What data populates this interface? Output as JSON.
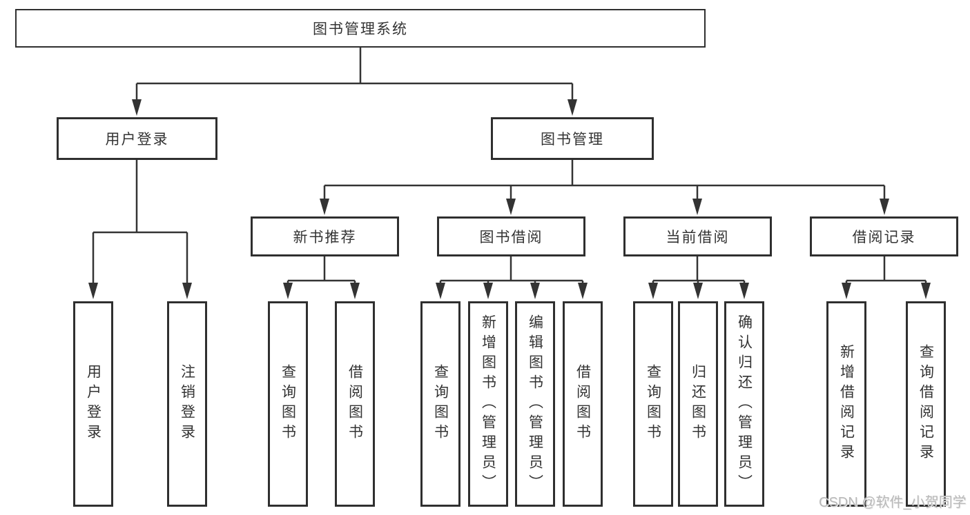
{
  "watermark": "CSDN @软件_小贺同学",
  "colors": {
    "line": "#333333",
    "box_border": "#2f2f2f",
    "text": "#333333",
    "background": "#ffffff",
    "watermark": "#b9b9b9"
  },
  "tree": {
    "root": "图书管理系统",
    "branches": [
      {
        "label": "用户登录",
        "children": [
          "用户登录",
          "注销登录"
        ]
      },
      {
        "label": "图书管理",
        "children": [
          {
            "label": "新书推荐",
            "children": [
              "查询图书",
              "借阅图书"
            ]
          },
          {
            "label": "图书借阅",
            "children": [
              "查询图书",
              "新增图书（管理员）",
              "编辑图书（管理员）",
              "借阅图书"
            ]
          },
          {
            "label": "当前借阅",
            "children": [
              "查询图书",
              "归还图书",
              "确认归还（管理员）"
            ]
          },
          {
            "label": "借阅记录",
            "children": [
              "新增借阅记录",
              "查询借阅记录"
            ]
          }
        ]
      }
    ]
  }
}
